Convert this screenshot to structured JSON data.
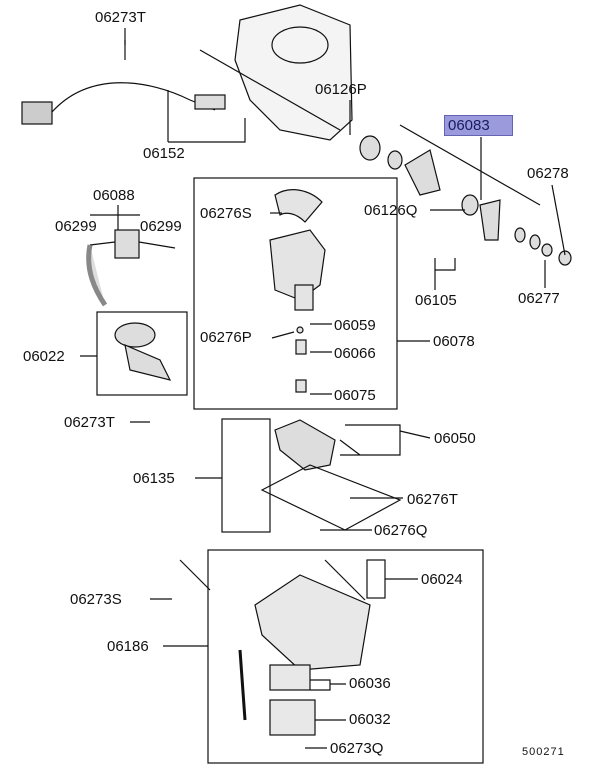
{
  "diagram": {
    "highlight_color": "#9a9add",
    "labels": [
      {
        "id": "06273T",
        "highlighted": false
      },
      {
        "id": "06152",
        "highlighted": false
      },
      {
        "id": "06126P",
        "highlighted": false
      },
      {
        "id": "06083",
        "highlighted": true
      },
      {
        "id": "06278",
        "highlighted": false
      },
      {
        "id": "06088",
        "highlighted": false
      },
      {
        "id": "06299",
        "highlighted": false
      },
      {
        "id": "06299",
        "highlighted": false
      },
      {
        "id": "06276S",
        "highlighted": false
      },
      {
        "id": "06126Q",
        "highlighted": false
      },
      {
        "id": "06105",
        "highlighted": false
      },
      {
        "id": "06277",
        "highlighted": false
      },
      {
        "id": "06022",
        "highlighted": false
      },
      {
        "id": "06276P",
        "highlighted": false
      },
      {
        "id": "06059",
        "highlighted": false
      },
      {
        "id": "06066",
        "highlighted": false
      },
      {
        "id": "06078",
        "highlighted": false
      },
      {
        "id": "06075",
        "highlighted": false
      },
      {
        "id": "06273T",
        "highlighted": false
      },
      {
        "id": "06050",
        "highlighted": false
      },
      {
        "id": "06135",
        "highlighted": false
      },
      {
        "id": "06276T",
        "highlighted": false
      },
      {
        "id": "06276Q",
        "highlighted": false
      },
      {
        "id": "06273S",
        "highlighted": false
      },
      {
        "id": "06024",
        "highlighted": false
      },
      {
        "id": "06186",
        "highlighted": false
      },
      {
        "id": "06036",
        "highlighted": false
      },
      {
        "id": "06032",
        "highlighted": false
      },
      {
        "id": "06273Q",
        "highlighted": false
      }
    ],
    "diagram_number": "500271"
  }
}
